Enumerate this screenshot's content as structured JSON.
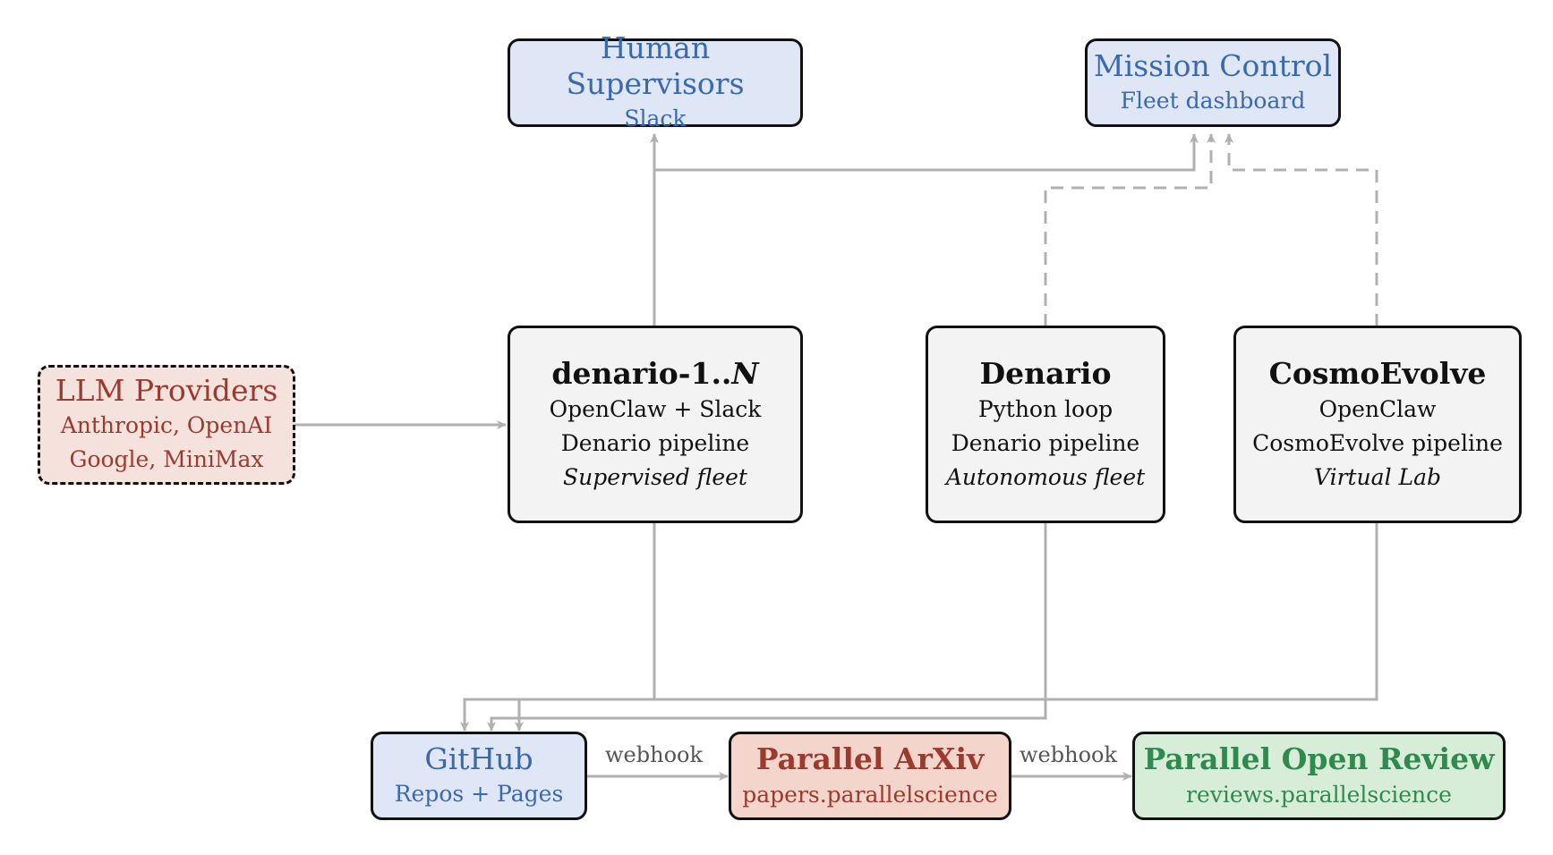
{
  "nodes": {
    "human_supervisors": {
      "title": "Human Supervisors",
      "subtitle": "Slack"
    },
    "mission_control": {
      "title": "Mission Control",
      "subtitle": "Fleet dashboard"
    },
    "llm_providers": {
      "title": "LLM Providers",
      "line1": "Anthropic, OpenAI",
      "line2": "Google, MiniMax"
    },
    "denario_fleet": {
      "title_main": "denario-1..",
      "title_var": "N",
      "line1": "OpenClaw + Slack",
      "line2": "Denario pipeline",
      "note": "Supervised fleet"
    },
    "denario": {
      "title": "Denario",
      "line1": "Python loop",
      "line2": "Denario pipeline",
      "note": "Autonomous fleet"
    },
    "cosmoevolve": {
      "title": "CosmoEvolve",
      "line1": "OpenClaw",
      "line2": "CosmoEvolve pipeline",
      "note": "Virtual Lab"
    },
    "github": {
      "title": "GitHub",
      "subtitle": "Repos + Pages"
    },
    "parallel_arxiv": {
      "title": "Parallel ArXiv",
      "subtitle": "papers.parallelscience"
    },
    "parallel_review": {
      "title": "Parallel Open Review",
      "subtitle": "reviews.parallelscience"
    }
  },
  "edges": {
    "github_to_arxiv": "webhook",
    "arxiv_to_review": "webhook"
  },
  "colors": {
    "wire": "#b0b0b0",
    "blue_fill": "#dfe6f6",
    "blue_text": "#3a6aac",
    "red_fill": "#f6e2dc",
    "red_text": "#9b3a2e",
    "green_fill": "#d8edd8",
    "green_text": "#2f8a4f",
    "gray_fill": "#f3f3f3"
  }
}
